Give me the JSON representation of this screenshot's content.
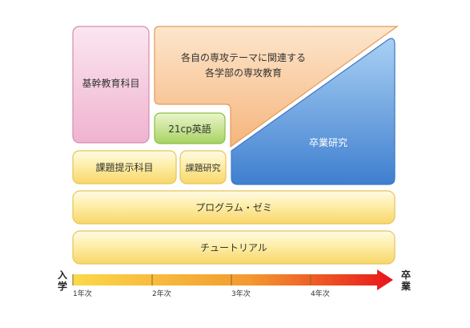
{
  "blocks": {
    "kikan": "基幹教育科目",
    "senmon_line1": "各自の専攻テーマに関連する",
    "senmon_line2": "各学部の専攻教育",
    "cp21": "21cp英語",
    "sotsugyo": "卒業研究",
    "kadai_teiji": "課題提示科目",
    "kadai_kenkyu": "課題研究",
    "program": "プログラム・ゼミ",
    "tutorial": "チュートリアル"
  },
  "timeline": {
    "start": "入学",
    "end": "卒業",
    "years": [
      "1年次",
      "2年次",
      "3年次",
      "4年次"
    ]
  },
  "colors": {
    "pink": "#f2bcd6",
    "orange": "#f7c79a",
    "green": "#c3e08a",
    "blue": "#5b93d9",
    "yellow": "#fbe27a",
    "arrow_start": "#fbd94a",
    "arrow_end": "#e8141b"
  }
}
